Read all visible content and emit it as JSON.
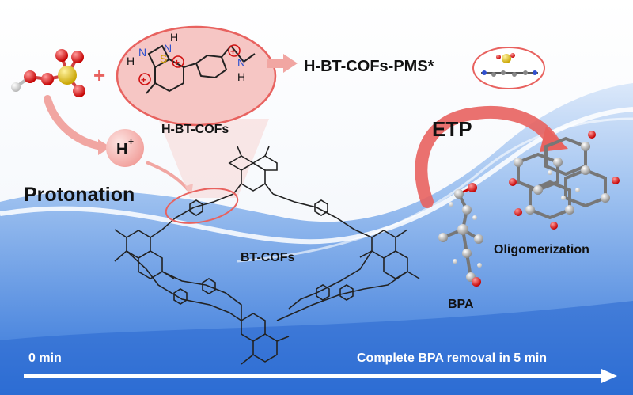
{
  "labels": {
    "h_bt_cofs_pms": "H-BT-COFs-PMS*",
    "h_bt_cofs": "H-BT-COFs",
    "h_plus": "H",
    "h_plus_sup": "+",
    "protonation": "Protonation",
    "etp": "ETP",
    "oligomerization": "Oligomerization",
    "bt_cofs": "BT-COFs",
    "bpa": "BPA",
    "time_start": "0 min",
    "time_end": "Complete BPA removal in 5 min"
  },
  "molecule": {
    "atom_s": "S",
    "atom_n": "N",
    "atom_h": "H",
    "charge": "+",
    "plus_sign": "+"
  },
  "colors": {
    "red_arrow": "#e8625f",
    "pink_bubble": "#f6c6c4",
    "water_blue": "#3f7fd6",
    "timeline_blue": "#2f6fe0"
  }
}
